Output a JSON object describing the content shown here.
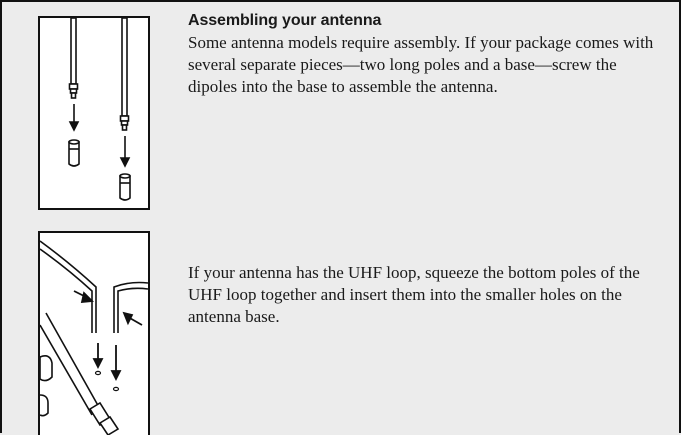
{
  "section": {
    "heading": "Assembling your antenna",
    "step1_text": "Some antenna models require assembly. If your package comes with several separate pieces—two long poles and a base—screw the dipoles into the base to assemble the antenna.",
    "step2_text": "If your antenna has the UHF loop, squeeze the bottom poles of the UHF loop together and insert them into the smaller holes on the antenna base."
  },
  "figures": {
    "figure1_icon": "dipole-assembly-illustration",
    "figure2_icon": "uhf-loop-insertion-illustration"
  }
}
